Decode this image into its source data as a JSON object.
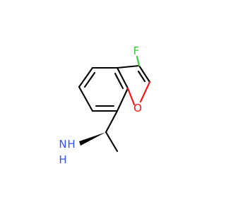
{
  "molecule": {
    "atoms": {
      "fluorine": {
        "symbol": "F",
        "color": "#33cc33"
      },
      "oxygen": {
        "symbol": "O",
        "color": "#ff0d0d"
      },
      "amine_n": {
        "symbol": "N",
        "color": "#3050f8"
      },
      "amine_h2": {
        "symbol": "H",
        "color": "#3050f8"
      }
    },
    "colors": {
      "bond": "#000000",
      "background": "#ffffff"
    }
  }
}
